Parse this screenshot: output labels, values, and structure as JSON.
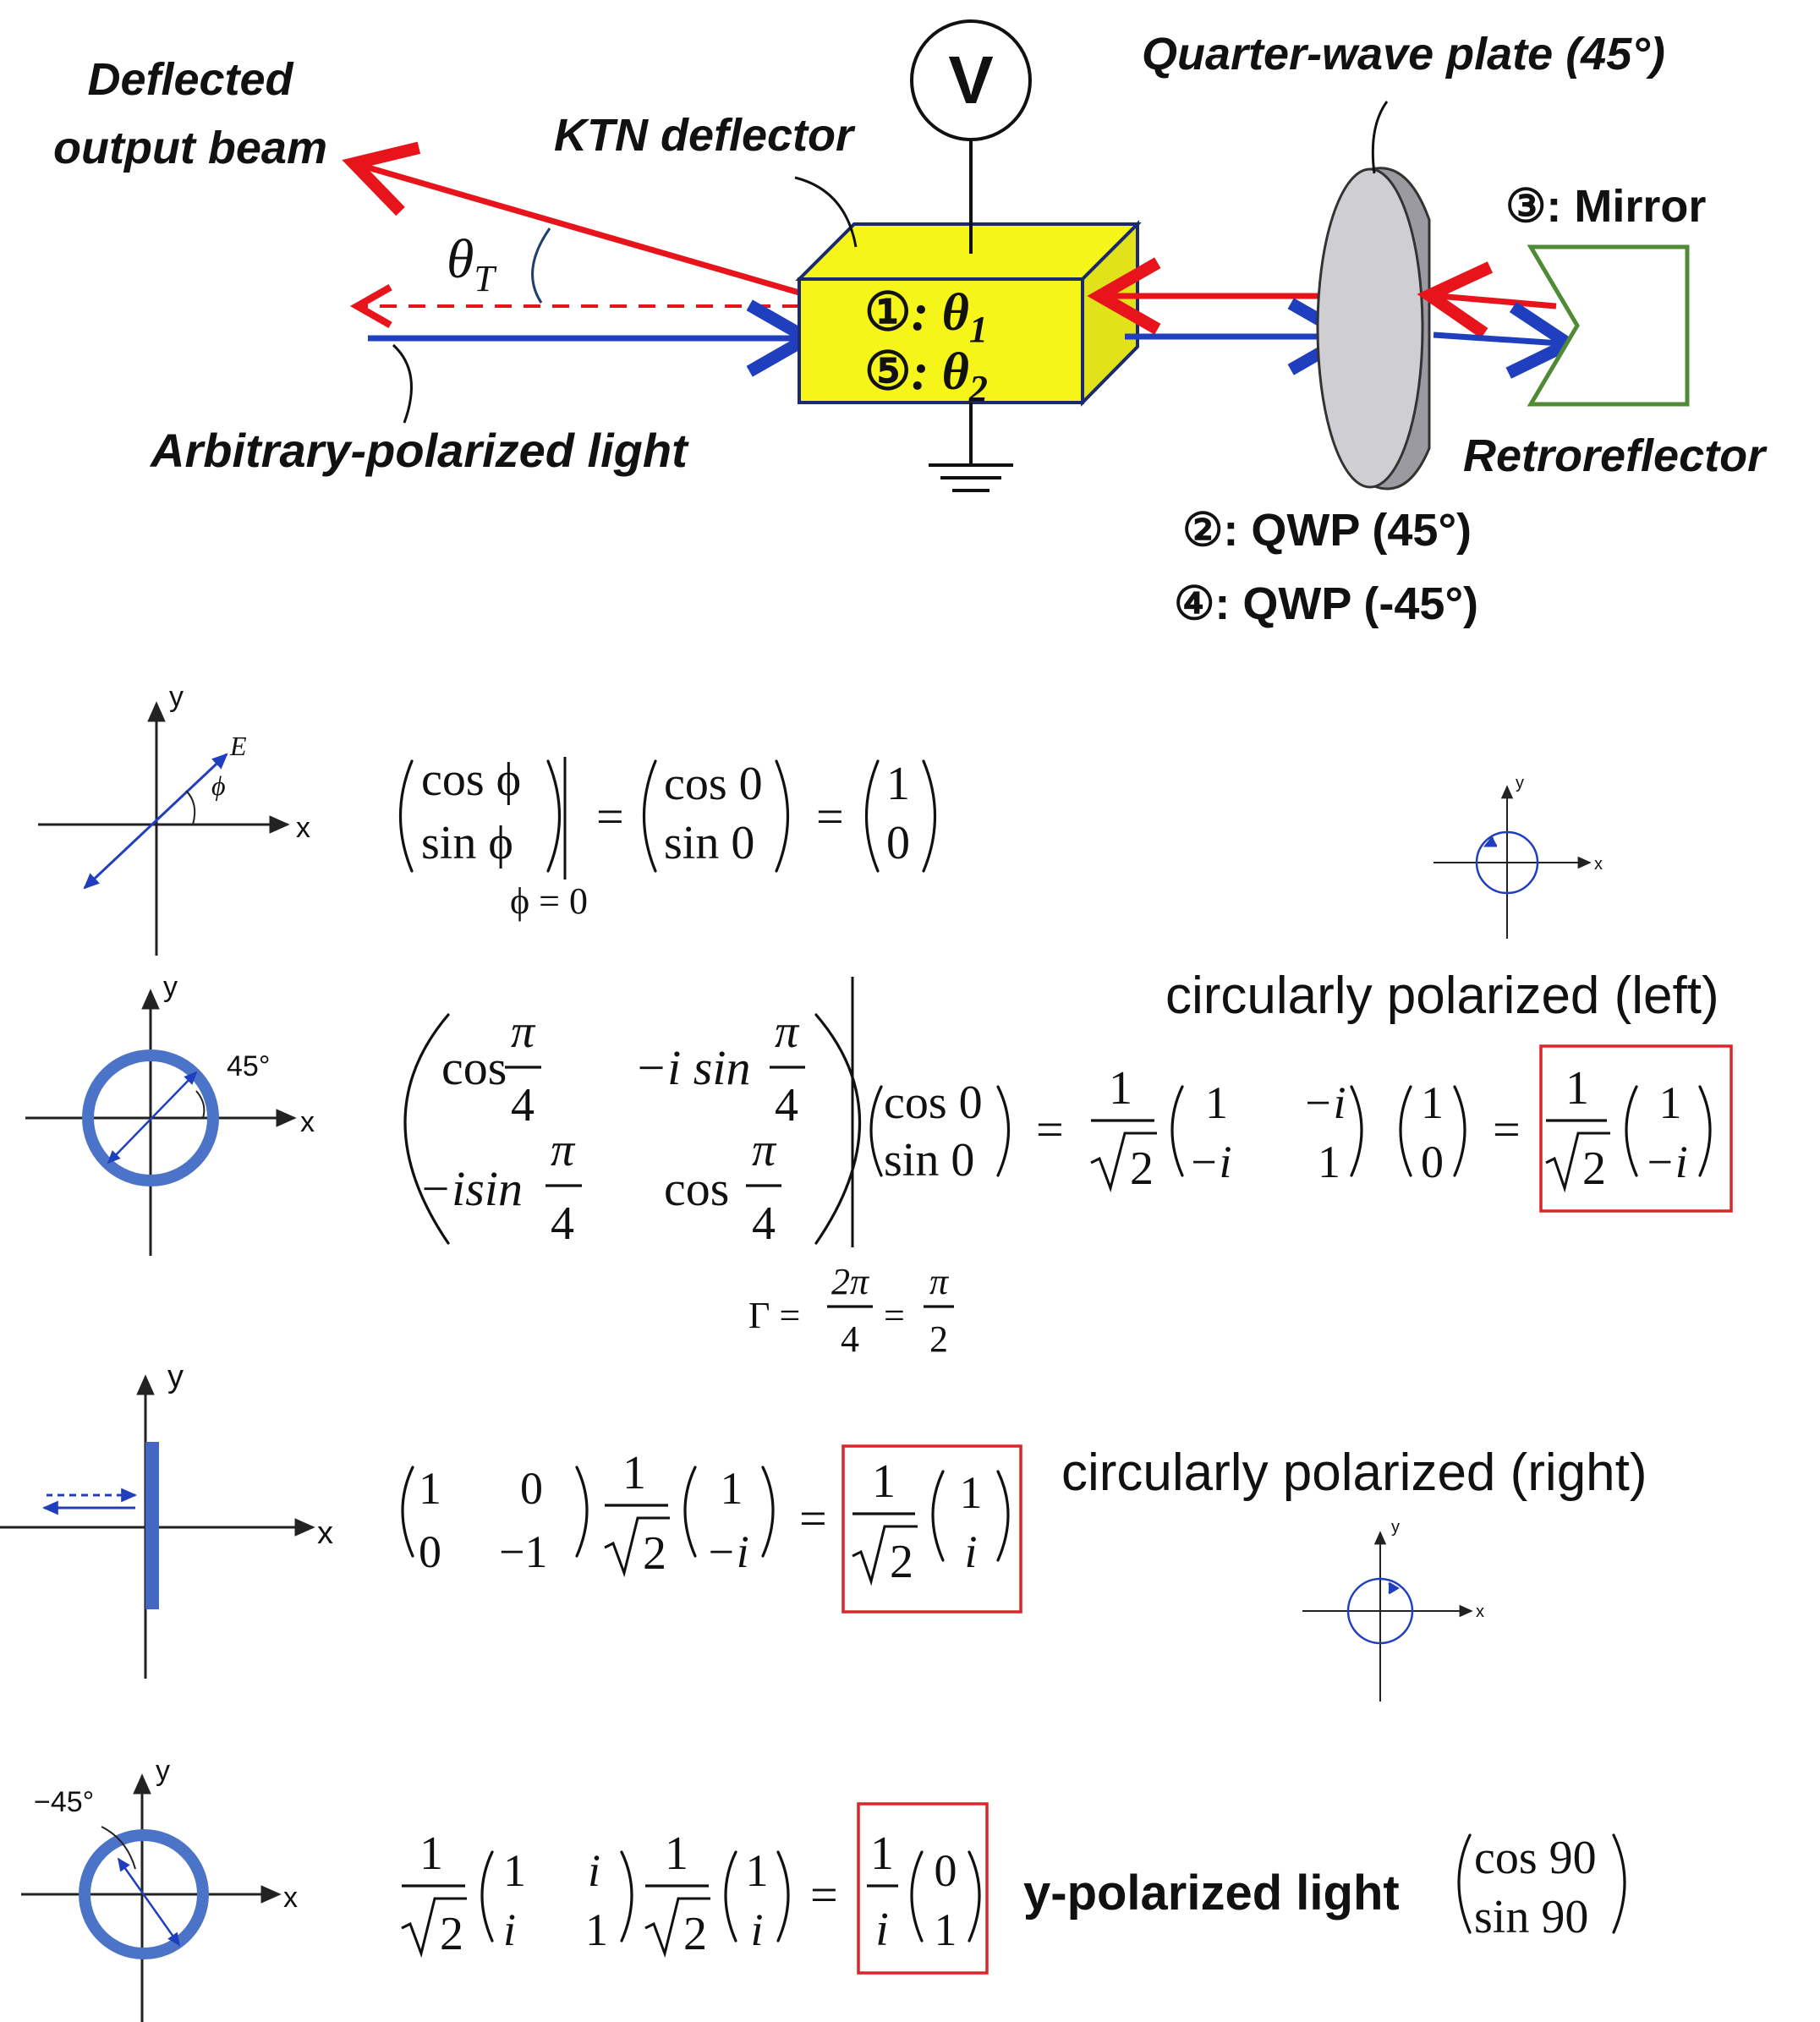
{
  "setup": {
    "deflected_line1": "Deflected",
    "deflected_line2": "output beam",
    "theta_T": "θ",
    "theta_T_sub": "T",
    "ktn_label": "KTN deflector",
    "voltage": "V",
    "ktn_line1_num": "①",
    "ktn_line1_text": ": θ",
    "ktn_line1_sub": "1",
    "ktn_line2_num": "⑤",
    "ktn_line2_text": ": θ",
    "ktn_line2_sub": "2",
    "arbitrary_label": "Arbitrary-polarized light",
    "qwp_label": "Quarter-wave plate (45°)",
    "mirror_label": "③: Mirror",
    "retro_label": "Retroreflector",
    "qwp_step2": "②: QWP (45°)",
    "qwp_step4": "④: QWP (-45°)"
  },
  "row1": {
    "axis_x": "x",
    "axis_y": "y",
    "E": "E",
    "phi": "ϕ",
    "vec_top": "cos ϕ",
    "vec_bot": "sin ϕ",
    "eval": "ϕ = 0",
    "eq": "=",
    "vec2_top": "cos 0",
    "vec2_bot": "sin 0",
    "eq2": "=",
    "res_top": "1",
    "res_bot": "0"
  },
  "small_left": {
    "axis_x": "x",
    "axis_y": "y"
  },
  "row2": {
    "label": "circularly polarized (left)",
    "axis_x": "x",
    "axis_y": "y",
    "angle": "45°",
    "m11_pre": "cos",
    "m12_pre": "−i sin",
    "m21_pre": "−isin",
    "m22_pre": "cos",
    "pi": "π",
    "four": "4",
    "vec_top": "cos 0",
    "vec_bot": "sin 0",
    "eq": "=",
    "one": "1",
    "sqrt2": "2",
    "n11": "1",
    "n12": "−i",
    "n21": "−i",
    "n22": "1",
    "v_top": "1",
    "v_bot": "0",
    "eq2": "=",
    "res_top": "1",
    "res_bot": "−i",
    "gamma_lhs": "Γ =",
    "gamma_num": "2π",
    "gamma_den": "4",
    "gamma_eq": "=",
    "gamma_num2": "π",
    "gamma_den2": "2"
  },
  "row3": {
    "label": "circularly polarized (right)",
    "axis_x": "x",
    "axis_y": "y",
    "m11": "1",
    "m12": "0",
    "m21": "0",
    "m22": "−1",
    "one": "1",
    "sqrt2": "2",
    "v_top": "1",
    "v_bot": "−i",
    "eq": "=",
    "res_top": "1",
    "res_bot": "i"
  },
  "small_right": {
    "axis_x": "x",
    "axis_y": "y"
  },
  "row4": {
    "axis_x": "x",
    "axis_y": "y",
    "angle": "−45°",
    "one": "1",
    "sqrt2": "2",
    "m11": "1",
    "m12": "i",
    "m21": "i",
    "m22": "1",
    "v_top": "1",
    "v_bot": "i",
    "eq": "=",
    "res_num": "1",
    "res_den": "i",
    "res_top": "0",
    "res_bot": "1",
    "label": "y-polarized light",
    "vec_top": "cos 90",
    "vec_bot": "sin 90"
  },
  "colors": {
    "red": "#e8141b",
    "blue": "#1f3fbf",
    "yellow": "#f5f51a",
    "green": "#4e8b34",
    "plate": "#c9c9cc",
    "box": "#d9262b"
  }
}
